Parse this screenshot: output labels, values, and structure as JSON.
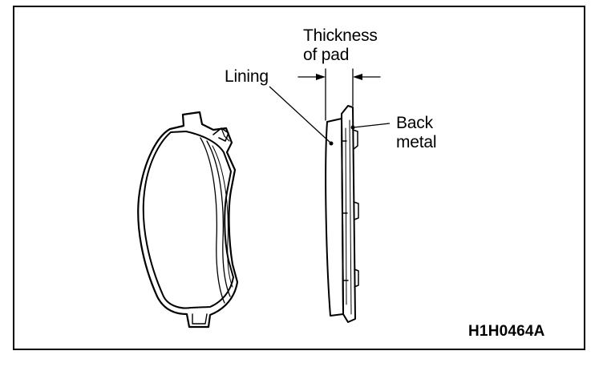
{
  "labels": {
    "thickness_line1": "Thickness",
    "thickness_line2": "of pad",
    "lining": "Lining",
    "back_line1": "Back",
    "back_line2": "metal"
  },
  "figure_code": "H1H0464A",
  "colors": {
    "ink": "#000000",
    "background": "#ffffff"
  }
}
